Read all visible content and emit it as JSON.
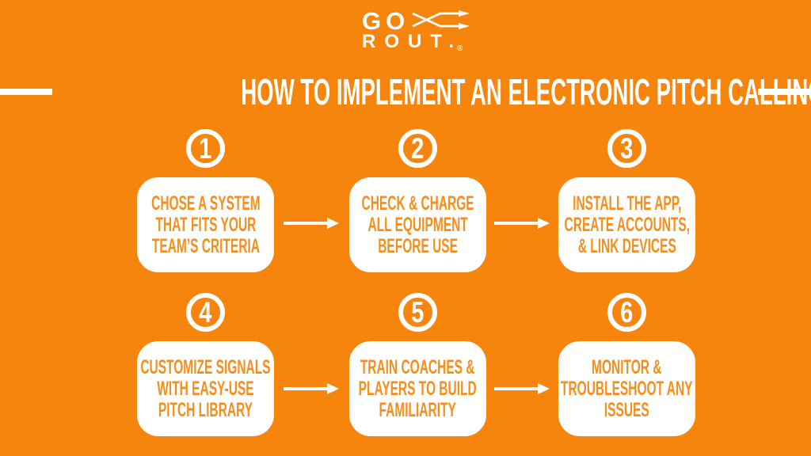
{
  "colors": {
    "background": "#F6850E",
    "card_background": "#FFFFFF",
    "card_text_orange": "#F68E1C",
    "foreground_white": "#FFFFFF"
  },
  "logo": {
    "line1": "GO",
    "line2": "ROUT.",
    "registered": "®",
    "mark_icon": "crossing-route-arrows"
  },
  "header": {
    "title": "HOW TO IMPLEMENT AN ELECTRONIC PITCH CALLING SYSTEM"
  },
  "icons": {
    "flow_arrow": "right-arrow"
  },
  "steps": [
    {
      "number": "1",
      "lines": [
        "CHOSE A SYSTEM",
        "THAT FITS YOUR",
        "TEAM’S CRITERIA"
      ]
    },
    {
      "number": "2",
      "lines": [
        "CHECK & CHARGE",
        "ALL EQUIPMENT",
        "BEFORE USE"
      ]
    },
    {
      "number": "3",
      "lines": [
        "INSTALL THE APP,",
        "CREATE ACCOUNTS,",
        "& LINK DEVICES"
      ]
    },
    {
      "number": "4",
      "lines": [
        "CUSTOMIZE SIGNALS",
        "WITH EASY-USE",
        "PITCH LIBRARY"
      ]
    },
    {
      "number": "5",
      "lines": [
        "TRAIN COACHES &",
        "PLAYERS TO BUILD",
        "FAMILIARITY"
      ]
    },
    {
      "number": "6",
      "lines": [
        "MONITOR &",
        "TROUBLESHOOT ANY",
        "ISSUES"
      ]
    }
  ]
}
